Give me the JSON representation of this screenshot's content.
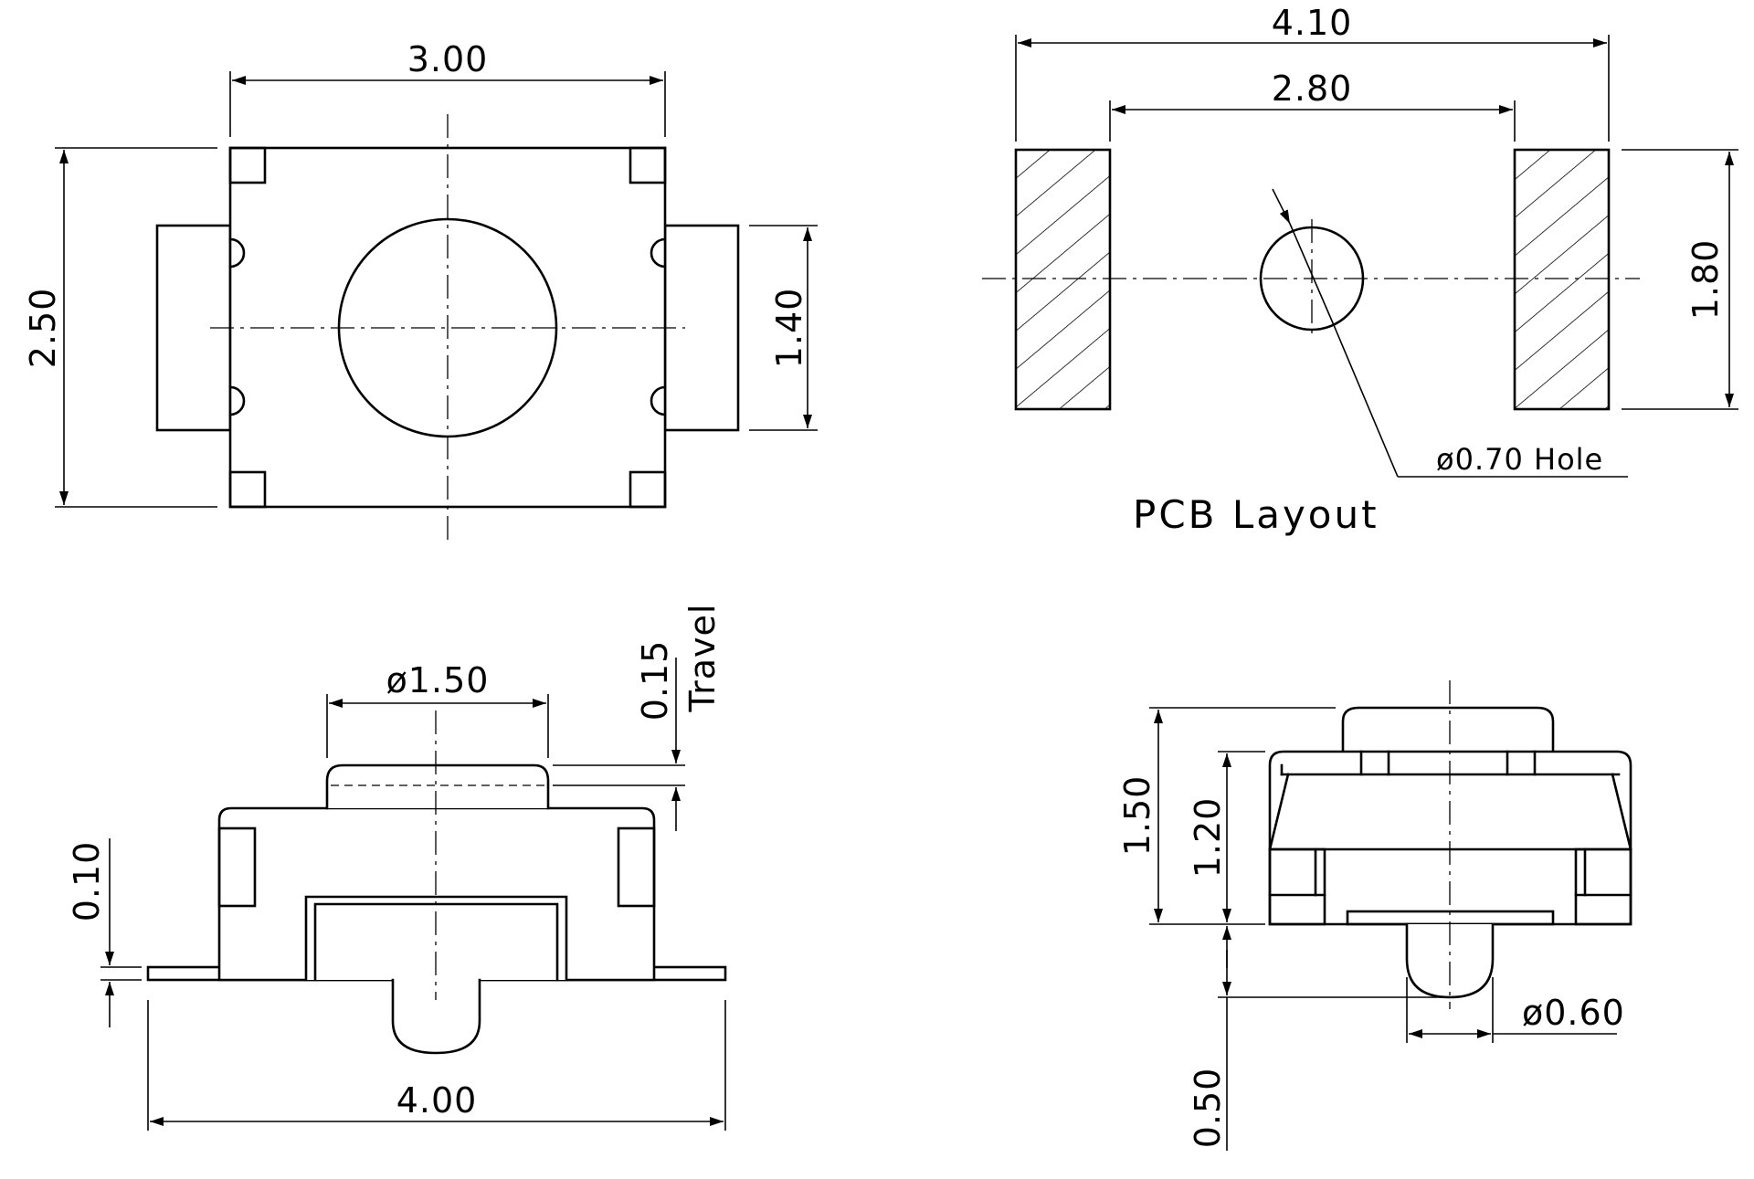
{
  "drawing": {
    "top_view": {
      "width": "3.00",
      "height": "2.50",
      "terminal_width": "1.40"
    },
    "pcb_layout": {
      "title": "PCB Layout",
      "outer_span": "4.10",
      "inner_span": "2.80",
      "pad_height": "1.80",
      "hole": "ø0.70 Hole"
    },
    "front_view": {
      "actuator_diameter": "ø1.50",
      "travel_value": "0.15",
      "travel_label": "Travel",
      "terminal_thickness": "0.10",
      "overall_length": "4.00"
    },
    "side_view": {
      "overall_height": "1.50",
      "body_height": "1.20",
      "peg_length": "0.50",
      "peg_diameter": "ø0.60"
    }
  },
  "colors": {
    "line": "#000000",
    "background": "#ffffff"
  }
}
